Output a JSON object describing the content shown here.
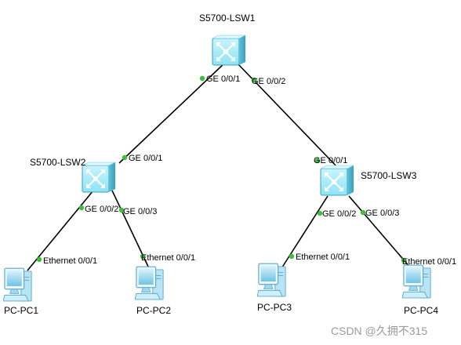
{
  "devices": {
    "lsw1": {
      "label": "S5700-LSW1"
    },
    "lsw2": {
      "label": "S5700-LSW2"
    },
    "lsw3": {
      "label": "S5700-LSW3"
    },
    "pc1": {
      "label": "PC-PC1"
    },
    "pc2": {
      "label": "PC-PC2"
    },
    "pc3": {
      "label": "PC-PC3"
    },
    "pc4": {
      "label": "PC-PC4"
    }
  },
  "links": [
    {
      "a": "lsw1",
      "a_port": "GE 0/0/1",
      "b": "lsw2",
      "b_port": "GE 0/0/1"
    },
    {
      "a": "lsw1",
      "a_port": "GE 0/0/2",
      "b": "lsw3",
      "b_port": "GE 0/0/1"
    },
    {
      "a": "lsw2",
      "a_port": "GE 0/0/2",
      "b": "pc1",
      "b_port": "Ethernet 0/0/1"
    },
    {
      "a": "lsw2",
      "a_port": "GE 0/0/3",
      "b": "pc2",
      "b_port": "Ethernet 0/0/1"
    },
    {
      "a": "lsw3",
      "a_port": "GE 0/0/2",
      "b": "pc3",
      "b_port": "Ethernet 0/0/1"
    },
    {
      "a": "lsw3",
      "a_port": "GE 0/0/3",
      "b": "pc4",
      "b_port": "Ethernet 0/0/1"
    }
  ],
  "colors": {
    "switch": "#8ee3f5",
    "pc": "#9fd8ee",
    "port_dot": "#3dbe3d",
    "line": "#000000"
  },
  "watermark": "CSDN @久拥不315"
}
